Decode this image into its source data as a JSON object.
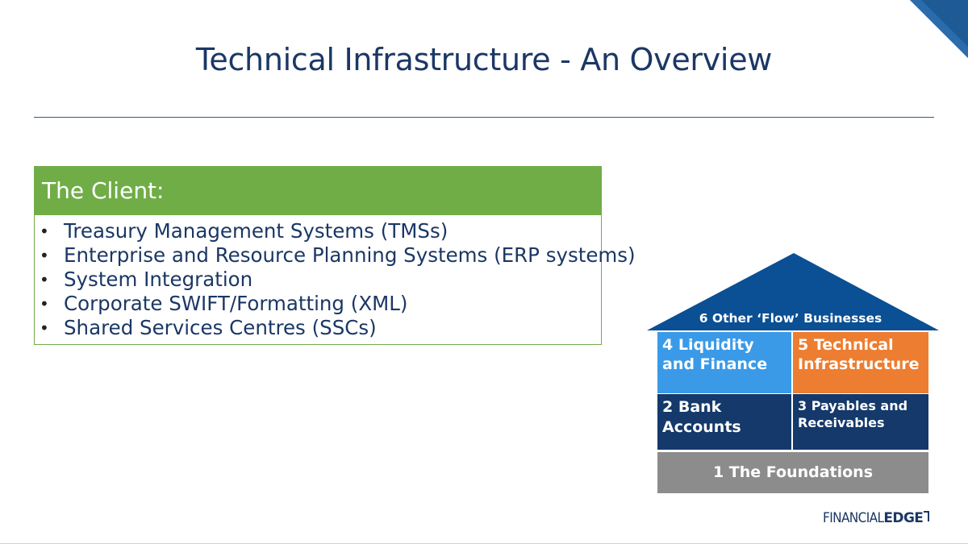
{
  "slide": {
    "title": "Technical Infrastructure - An Overview"
  },
  "client": {
    "header": "The Client:",
    "items": [
      "Treasury Management Systems (TMSs)",
      "Enterprise and Resource Planning Systems (ERP systems)",
      "System Integration",
      "Corporate SWIFT/Formatting (XML)",
      "Shared Services Centres (SSCs)"
    ]
  },
  "house": {
    "roof": "6 Other ‘Flow’ Businesses",
    "cell4": "4 Liquidity and Finance",
    "cell5": "5 Technical Infrastructure",
    "cell2": "2 Bank Accounts",
    "cell3": "3 Payables and Receivables",
    "cell1": "1 The Foundations",
    "colors": {
      "roof": "#0b4f94",
      "liquidity": "#3a9ae8",
      "technical": "#ed7d31",
      "dark": "#14396a",
      "foundation": "#8c8c8c"
    }
  },
  "logo": {
    "part1": "FINANCIAL",
    "part2": "EDGE"
  },
  "colors": {
    "title": "#1b3765",
    "client_header": "#70ad47",
    "corner": "#1e5a96"
  }
}
